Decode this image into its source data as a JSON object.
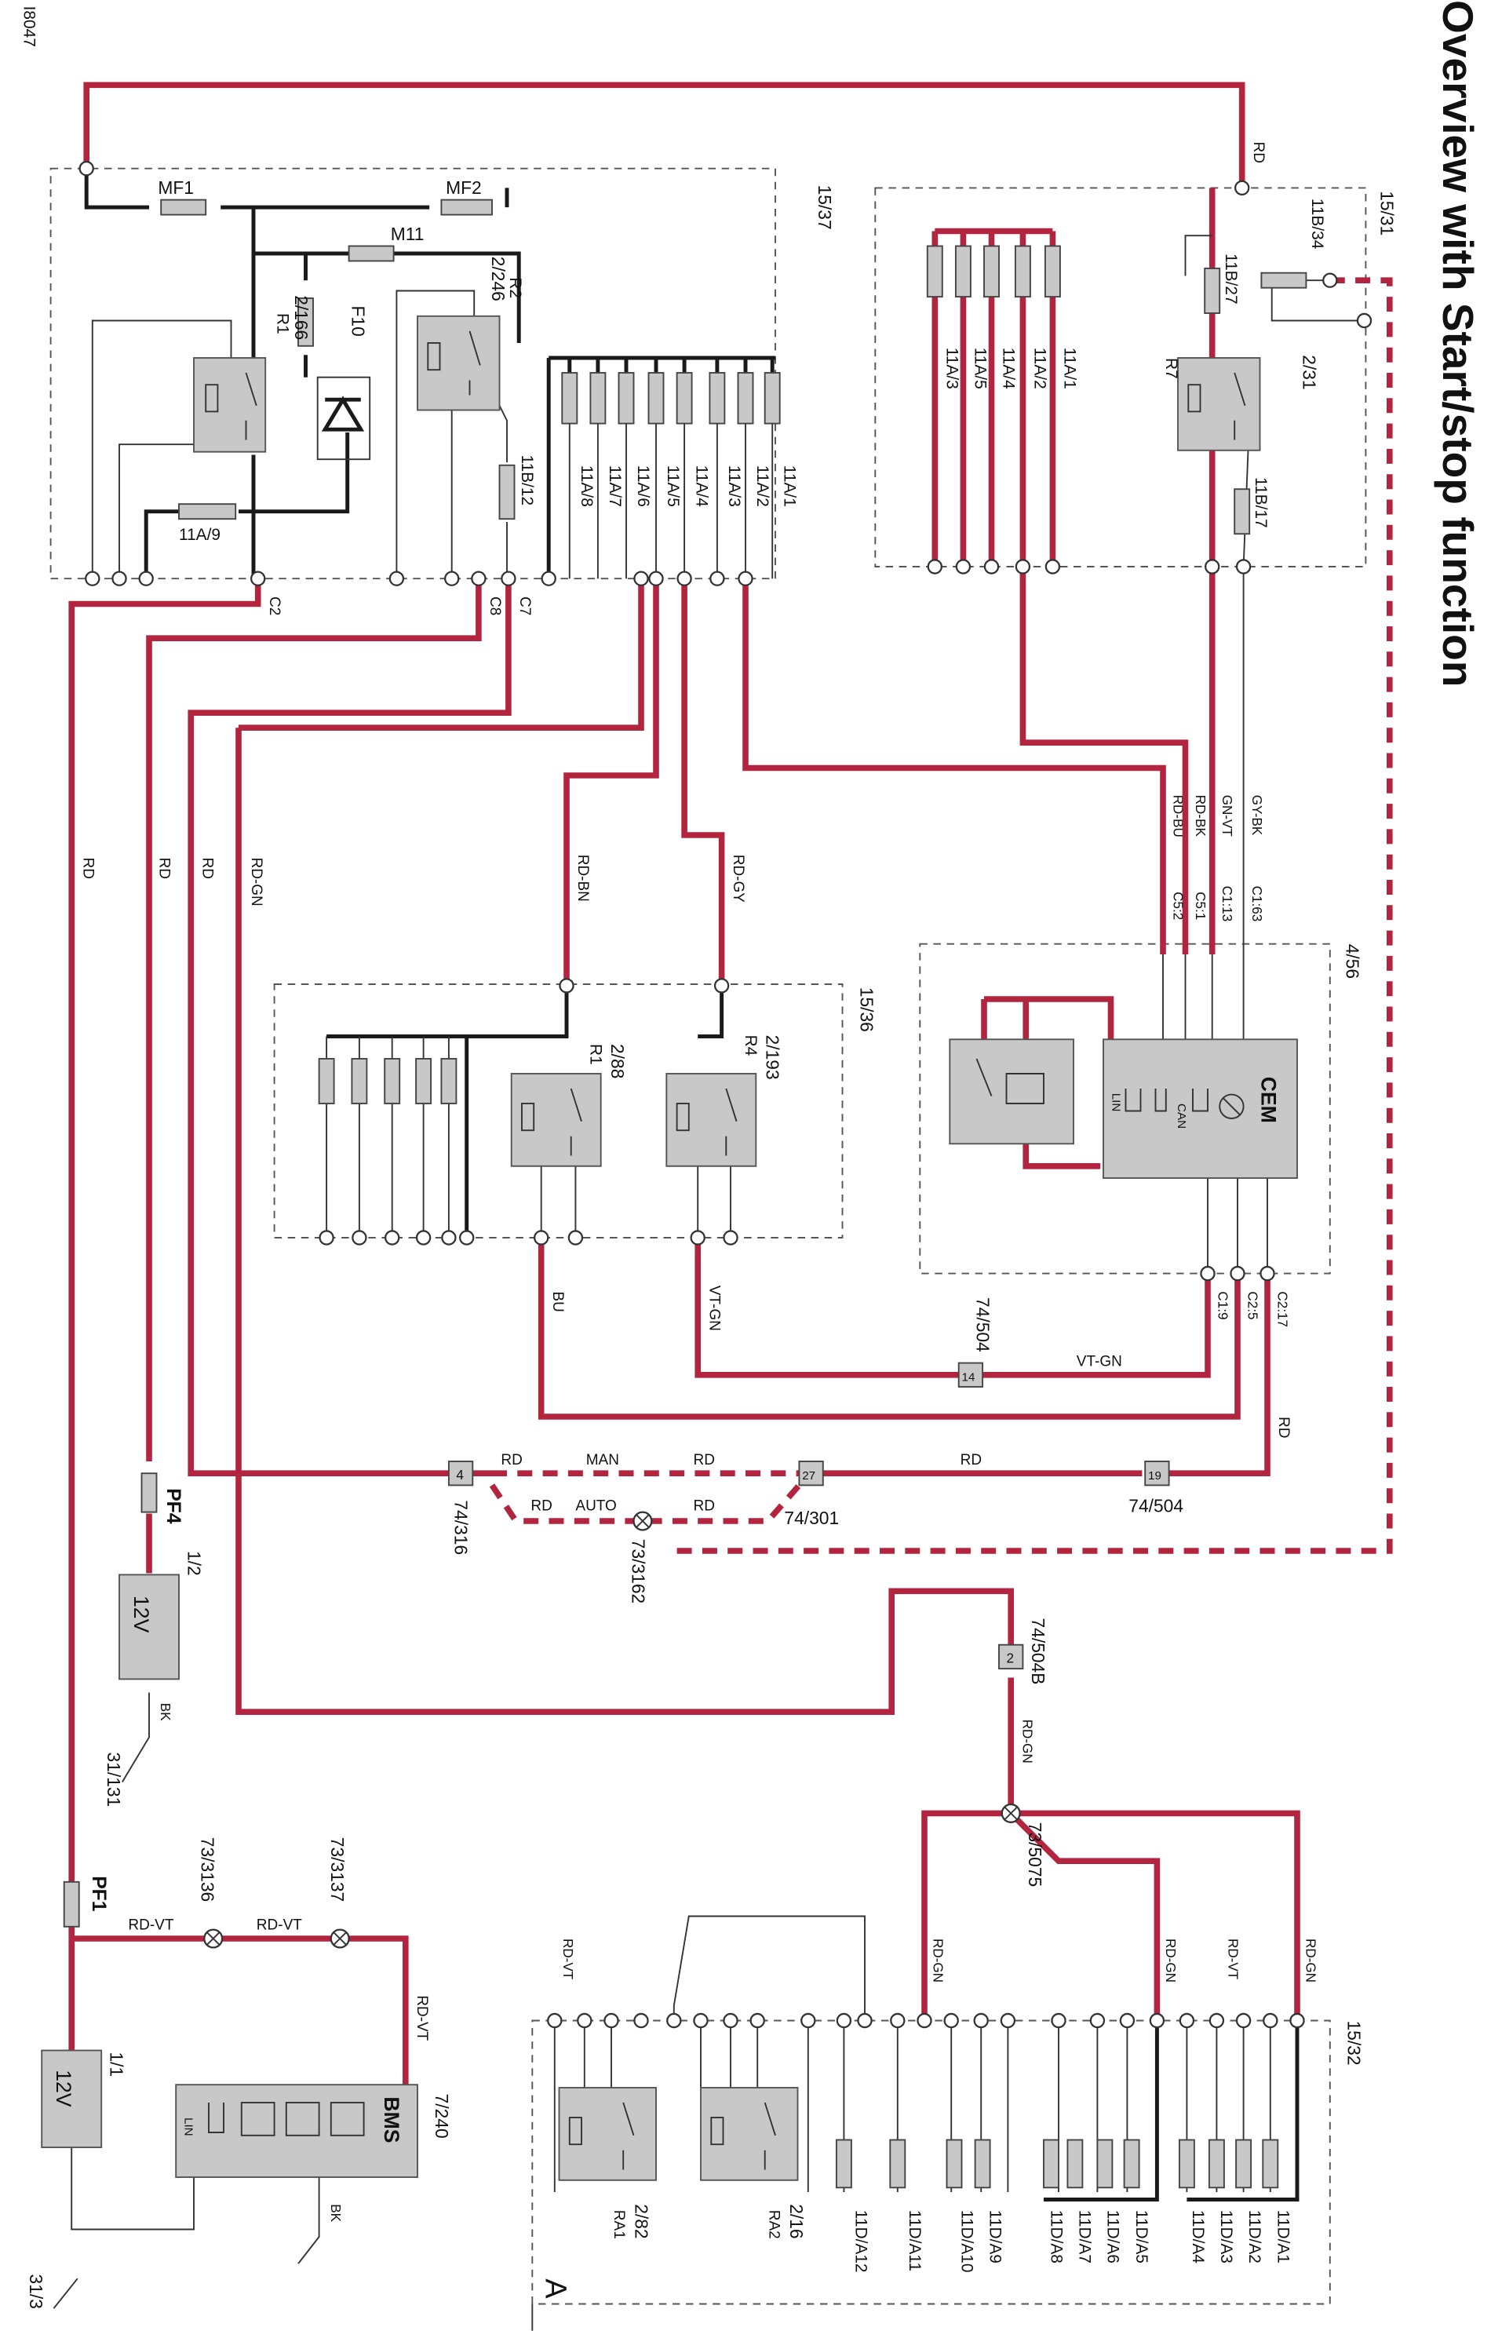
{
  "doc_id": "I8047",
  "title": "Overview with Start/stop function",
  "frame_label": "A",
  "boxes": {
    "b15_37": "15/37",
    "b15_31": "15/31",
    "b15_36": "15/36",
    "b4_56": "4/56",
    "b15_32": "15/32"
  },
  "components": {
    "mf1": "MF1",
    "mf2": "MF2",
    "m11": "M11",
    "f10": "F10",
    "r1a": "R1",
    "r1a_id": "2/166",
    "r2": "R2",
    "r2_id": "2/246",
    "r7": "R7",
    "r7_id": "2/31",
    "r1b": "R1",
    "r1b_id": "2/88",
    "r4": "R4",
    "r4_id": "2/193",
    "ra1": "RA1",
    "ra1_id": "2/82",
    "ra2": "RA2",
    "ra2_id": "2/16",
    "cem": "CEM",
    "cem_lin": "LIN",
    "cem_can": "CAN",
    "bms": "BMS",
    "bms_id": "7/240",
    "bms_lin": "LIN",
    "batt1": "12V",
    "batt1_id": "1/2",
    "batt2": "12V",
    "batt2_id": "1/1",
    "pf4": "PF4",
    "pf1": "PF1",
    "ground1": "31/131",
    "ground2": "31/3"
  },
  "fuses_top": [
    "11A/8",
    "11A/7",
    "11A/6",
    "11A/5",
    "11A/4",
    "11A/3",
    "11A/2",
    "11A/1"
  ],
  "fuses_right": [
    "11A/3",
    "11A/5",
    "11A/4",
    "11A/2",
    "11A/1"
  ],
  "fuse_11a9": "11A/9",
  "fuse_11b12": "11B/12",
  "fuse_11b34": "11B/34",
  "fuse_11b27": "11B/27",
  "fuse_11b17": "11B/17",
  "fuses_bottom": [
    "11D/A12",
    "11D/A11",
    "11D/A10",
    "11D/A9",
    "11D/A8",
    "11D/A7",
    "11D/A6",
    "11D/A5",
    "11D/A4",
    "11D/A3",
    "11D/A2",
    "11D/A1"
  ],
  "pins": {
    "c2": "C2",
    "c8": "C8",
    "c7": "C7",
    "c52": "C5:2",
    "c51": "C5:1",
    "c113": "C1:13",
    "c163": "C1:63",
    "c119": "C1:9",
    "c25": "C2:5",
    "c217": "C2:17"
  },
  "wires": {
    "rd_top": "RD",
    "rd1": "RD",
    "rd2": "RD",
    "rd3": "RD",
    "rd_gn": "RD-GN",
    "rd_bn": "RD-BN",
    "rd_gy": "RD-GY",
    "rd_bu": "RD-BU",
    "rd_bk": "RD-BK",
    "gn_vt": "GN-VT",
    "gy_bk": "GY-BK",
    "bu": "BU",
    "vt_gn": "VT-GN",
    "vt_gn2": "VT-GN",
    "rd_right": "RD",
    "rd_man1": "RD",
    "rd_man2": "RD",
    "rd_auto1": "RD",
    "rd_auto2": "RD",
    "rd_long": "RD",
    "bk1": "BK",
    "bk2": "BK",
    "rd_gn_504b": "RD-GN",
    "rd_vt1": "RD-VT",
    "rd_vt2": "RD-VT",
    "rd_vt3": "RD-VT",
    "rd_vt_bot": "RD-VT",
    "rd_gn_b1": "RD-GN",
    "rd_gn_b2": "RD-GN",
    "rd_vt_b": "RD-VT",
    "rd_gn_b3": "RD-GN"
  },
  "switch": {
    "man": "MAN",
    "auto": "AUTO"
  },
  "connectors": {
    "c74_316": "74/316",
    "c74_316_pin": "4",
    "c74_301": "74/301",
    "c74_301_pin": "27",
    "c74_504a": "74/504",
    "c74_504a_pin": "19",
    "c74_504b": "74/504",
    "c74_504b_pin": "14",
    "c74_504B": "74/504B",
    "c74_504B_pin": "2",
    "s73_3162": "73/3162",
    "s73_5075": "73/5075",
    "s73_3136": "73/3136",
    "s73_3137": "73/3137"
  },
  "colors": {
    "power": "#b3253f",
    "ground": "#1a1a1a",
    "component": "#c8c8c8"
  }
}
